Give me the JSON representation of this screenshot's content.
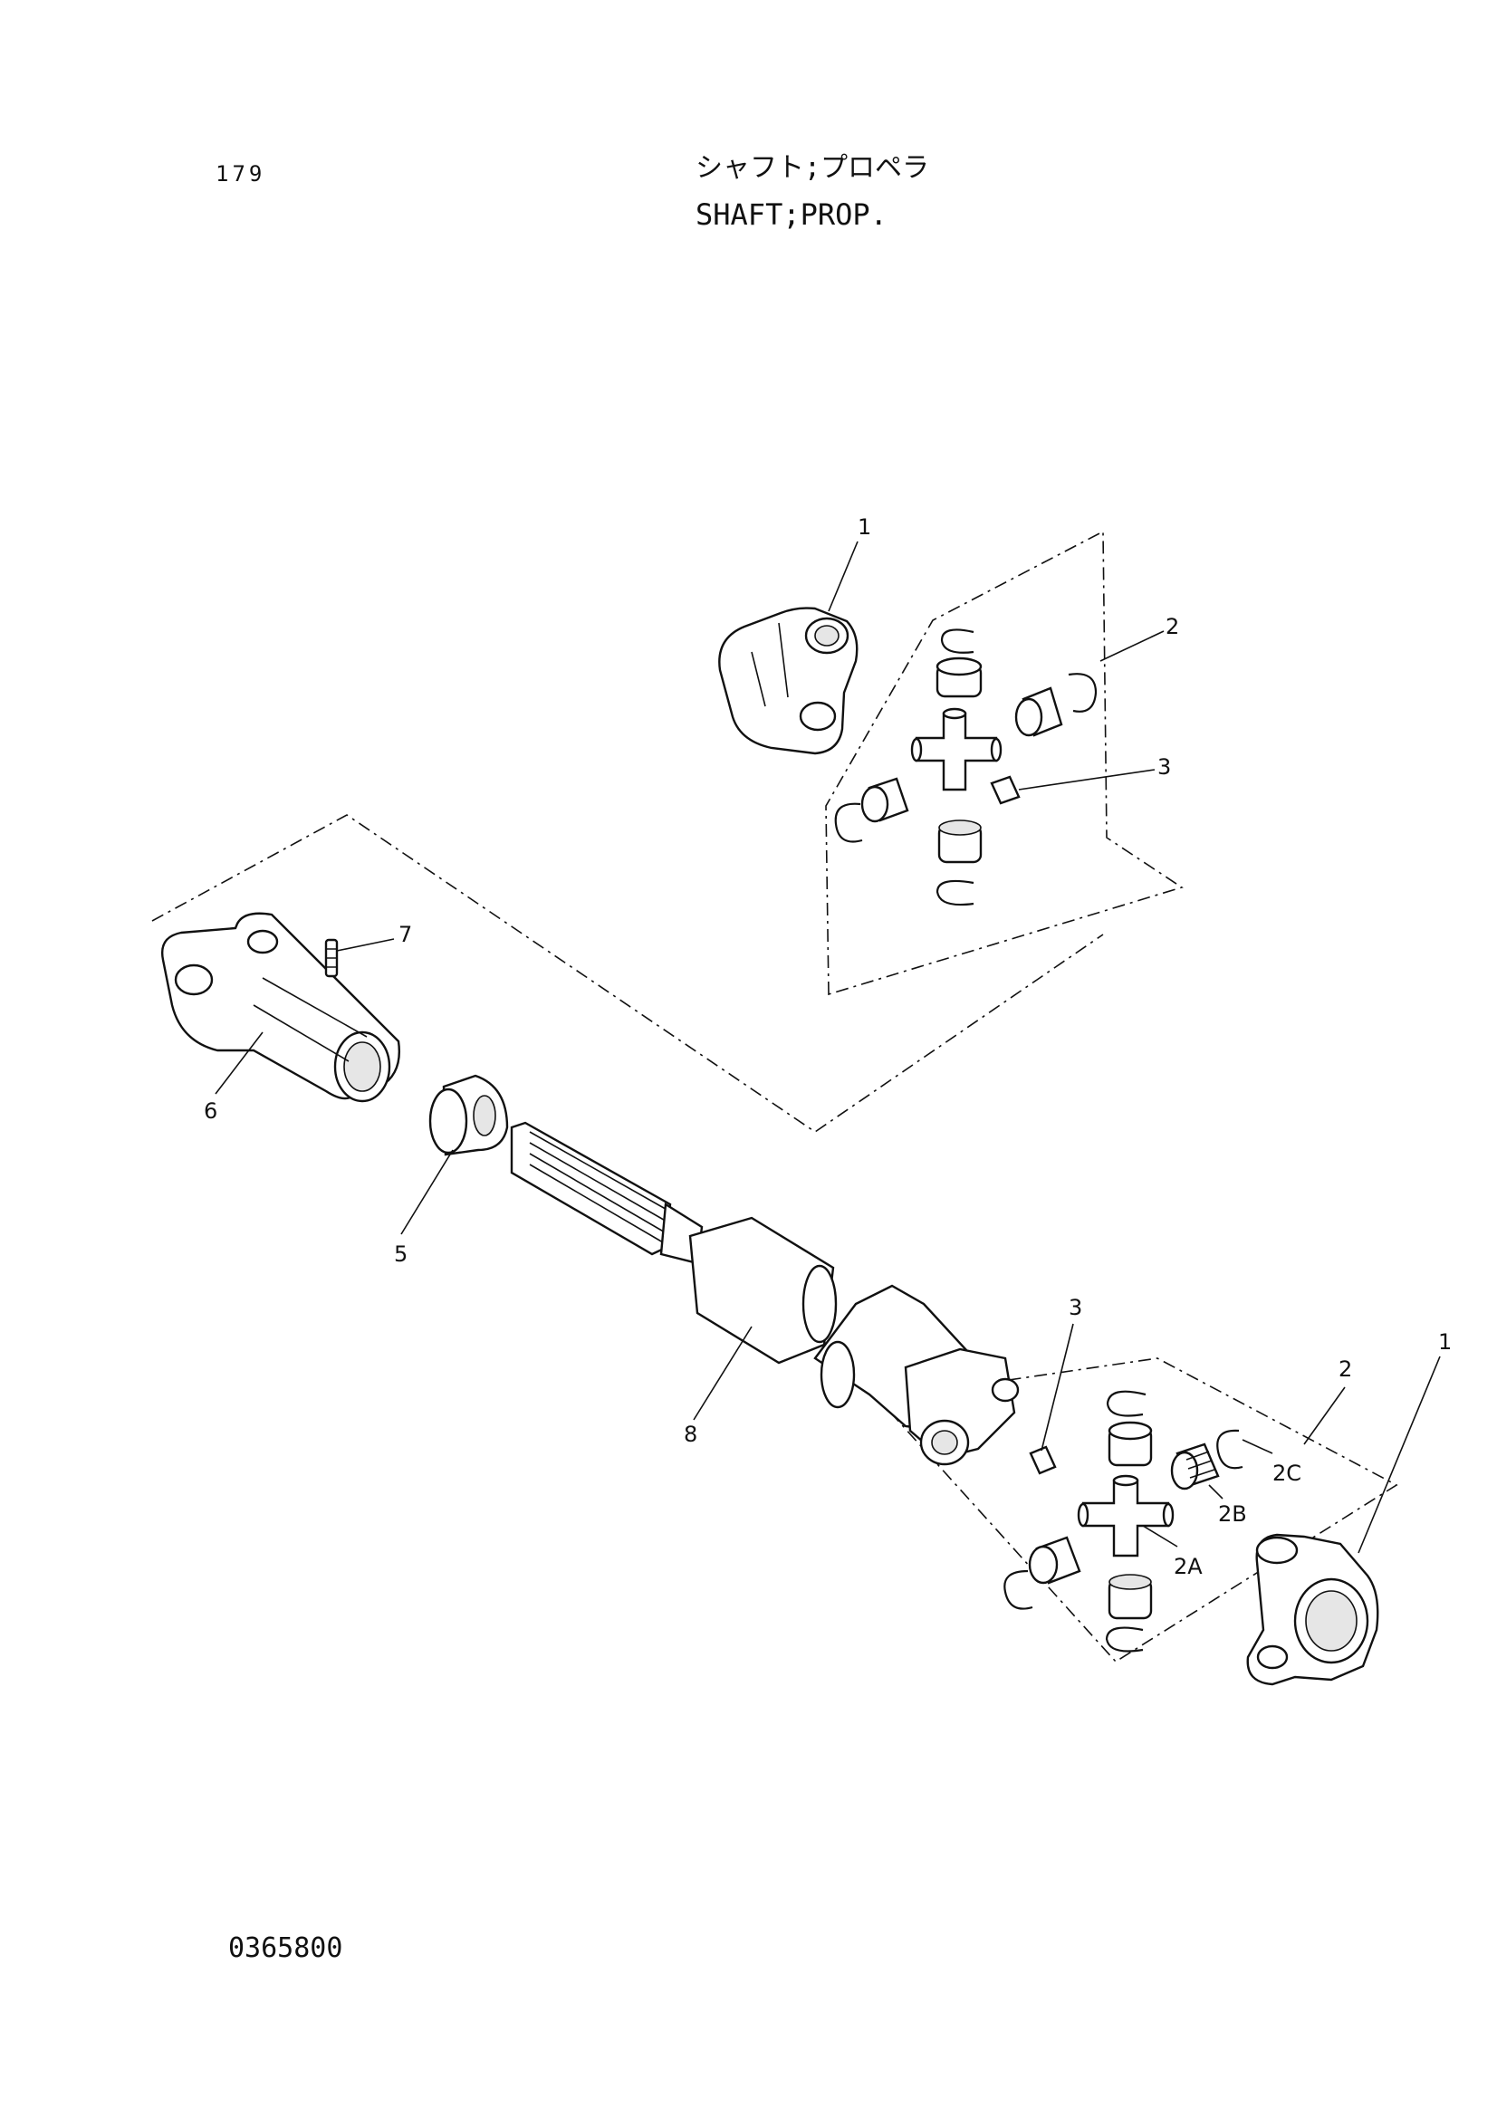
{
  "page": {
    "number": "179",
    "title_jp": "シャフト;プロペラ",
    "title_en": "SHAFT;PROP.",
    "drawing_number": "0365800"
  },
  "callouts": {
    "yoke_upper": "1",
    "spider_kit_upper": "2",
    "grease_fitting_upper": "3",
    "grease_fitting_lower": "3",
    "seal": "5",
    "slip_yoke": "6",
    "plug": "7",
    "tube_shaft": "8",
    "spider_kit_lower": "2",
    "spider": "2A",
    "bearing": "2B",
    "snap_ring": "2C",
    "yoke_lower": "1"
  }
}
